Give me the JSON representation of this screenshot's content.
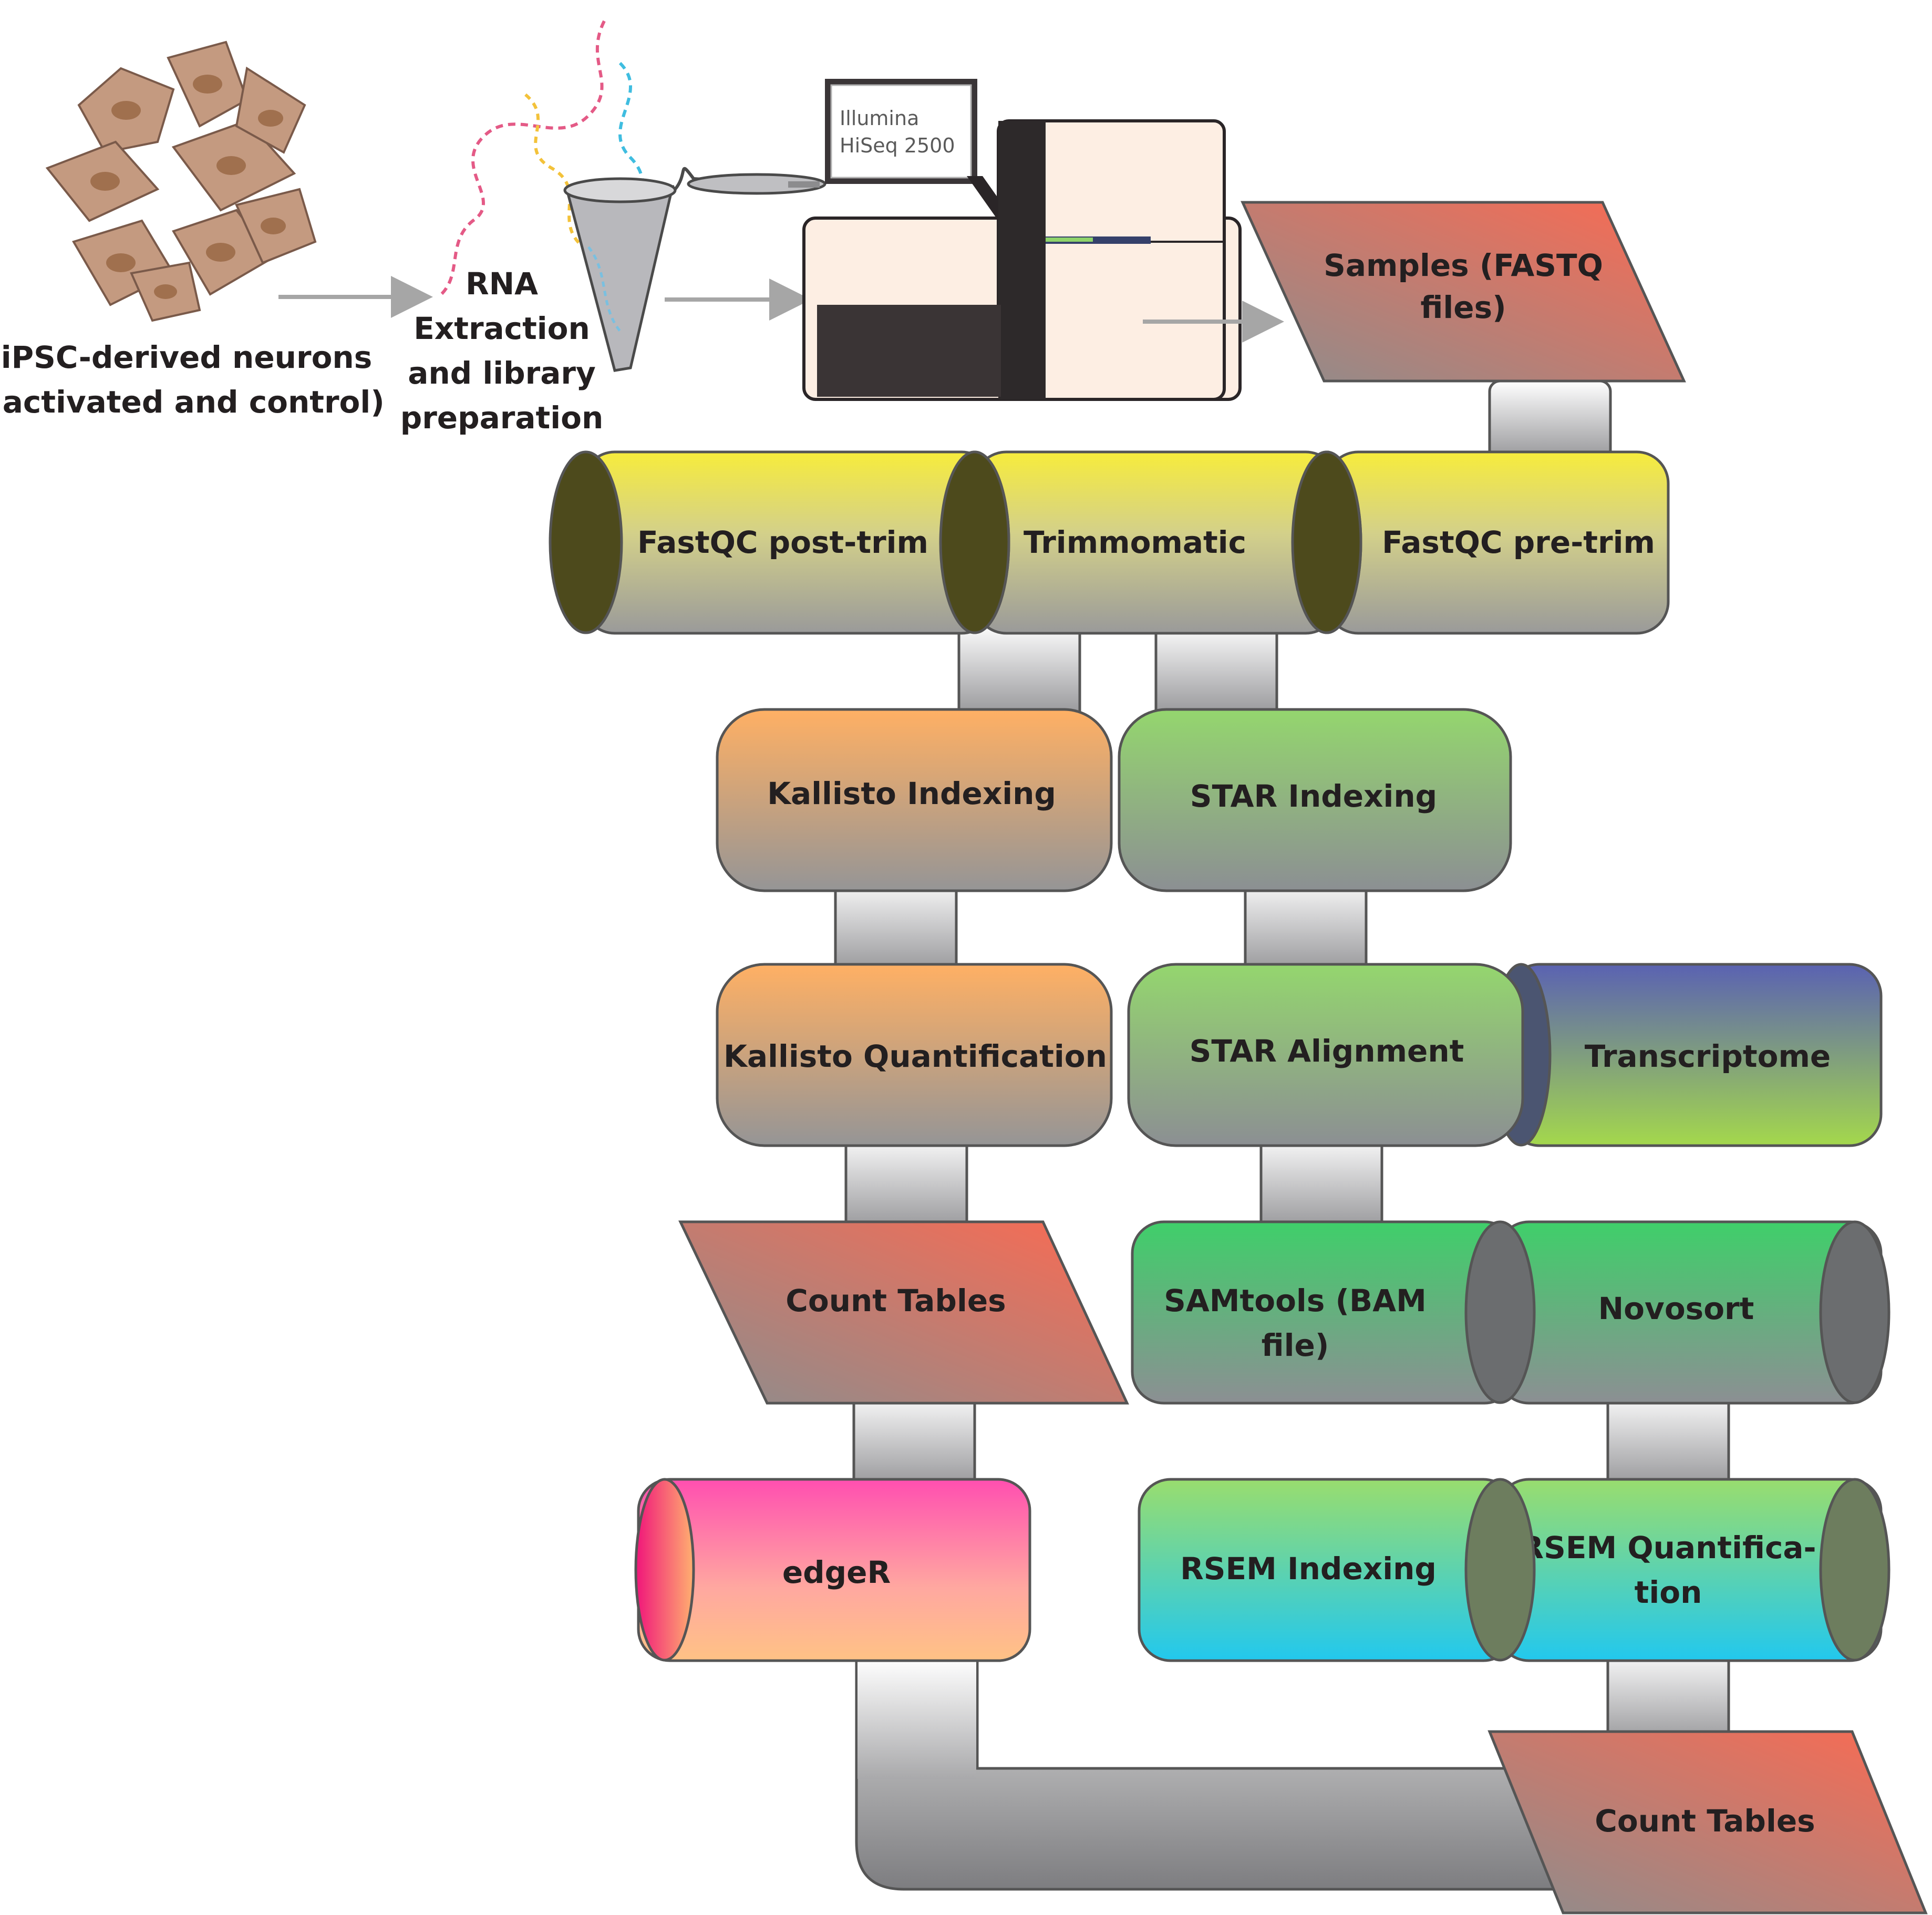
{
  "intro": {
    "neurons_label_1": "iPSC-derived neurons",
    "neurons_label_2": "(activated and control)",
    "rna_label_1": "RNA",
    "rna_label_2": "Extraction",
    "rna_label_3": "and library",
    "rna_label_4": "preparation",
    "sequencer_line_1": "Illumina",
    "sequencer_line_2": "HiSeq 2500"
  },
  "nodes": {
    "samples_1": "Samples (FASTQ",
    "samples_2": "files)",
    "fastqc_post": "FastQC post-trim",
    "trimmomatic": "Trimmomatic",
    "fastqc_pre": "FastQC pre-trim",
    "kallisto_index": "Kallisto Indexing",
    "star_index": "STAR Indexing",
    "kallisto_quant": "Kallisto Quantification",
    "star_align": "STAR Alignment",
    "transcriptome": "Transcriptome",
    "count_tables_left": "Count Tables",
    "samtools_1": "SAMtools (BAM",
    "samtools_2": "file)",
    "novosort": "Novosort",
    "edger": "edgeR",
    "rsem_index": "RSEM Indexing",
    "rsem_quant_1": "RSEM Quantifica-",
    "rsem_quant_2": "tion",
    "count_tables_right": "Count Tables"
  },
  "colors": {
    "yellow": "#f2e84a",
    "orange": "#f6a55e",
    "green": "#8fd16a",
    "teal": "#2ecfd8",
    "pink": "#f24aa8",
    "red": "#f36b5c",
    "blue": "#5b63b0",
    "connector": "#c9c9cb",
    "arrow": "#a6a6a6"
  }
}
